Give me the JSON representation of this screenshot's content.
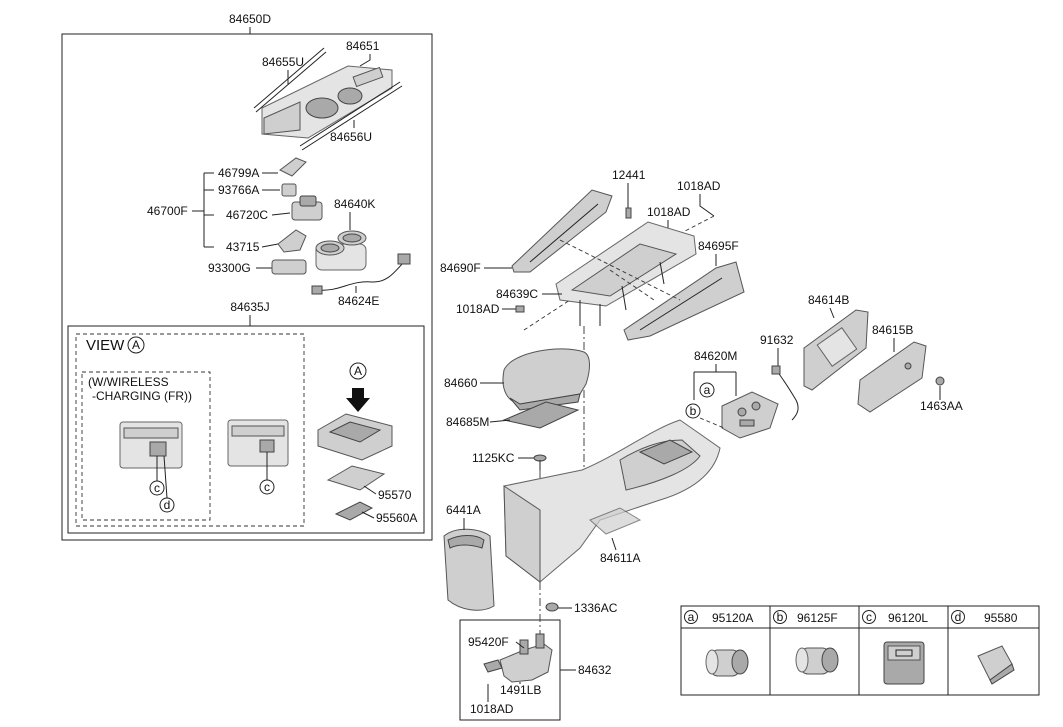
{
  "labels": {
    "p84650D": "84650D",
    "p84651": "84651",
    "p84655U": "84655U",
    "p84656U": "84656U",
    "p46799A": "46799A",
    "p93766A": "93766A",
    "p46700F": "46700F",
    "p46720C": "46720C",
    "p84640K": "84640K",
    "p43715": "43715",
    "p93300G": "93300G",
    "p84624E": "84624E",
    "p84635J": "84635J",
    "view_title": "VIEW",
    "view_marker": "A",
    "wireless_line1": "(W/WIRELESS",
    "wireless_line2": "-CHARGING (FR))",
    "p95570": "95570",
    "p95560A": "95560A",
    "p12441": "12441",
    "p1018AD_a": "1018AD",
    "p1018AD_b": "1018AD",
    "p84690F": "84690F",
    "p84695F": "84695F",
    "p84639C": "84639C",
    "p1018AD_c": "1018AD",
    "p84660": "84660",
    "p84685M": "84685M",
    "p1125KC": "1125KC",
    "p6441A": "6441A",
    "p84611A": "84611A",
    "p84614B": "84614B",
    "p91632": "91632",
    "p84615B": "84615B",
    "p84620M": "84620M",
    "p1463AA": "1463AA",
    "p1336AC": "1336AC",
    "p95420F": "95420F",
    "p84632": "84632",
    "p1491LB": "1491LB",
    "p1018AD_d": "1018AD"
  },
  "circle_refs": {
    "a": "a",
    "b": "b",
    "c": "c",
    "d": "d",
    "view": "A"
  },
  "legend": [
    {
      "key": "a",
      "part": "95120A"
    },
    {
      "key": "b",
      "part": "96125F"
    },
    {
      "key": "c",
      "part": "96120L"
    },
    {
      "key": "d",
      "part": "95580"
    }
  ]
}
